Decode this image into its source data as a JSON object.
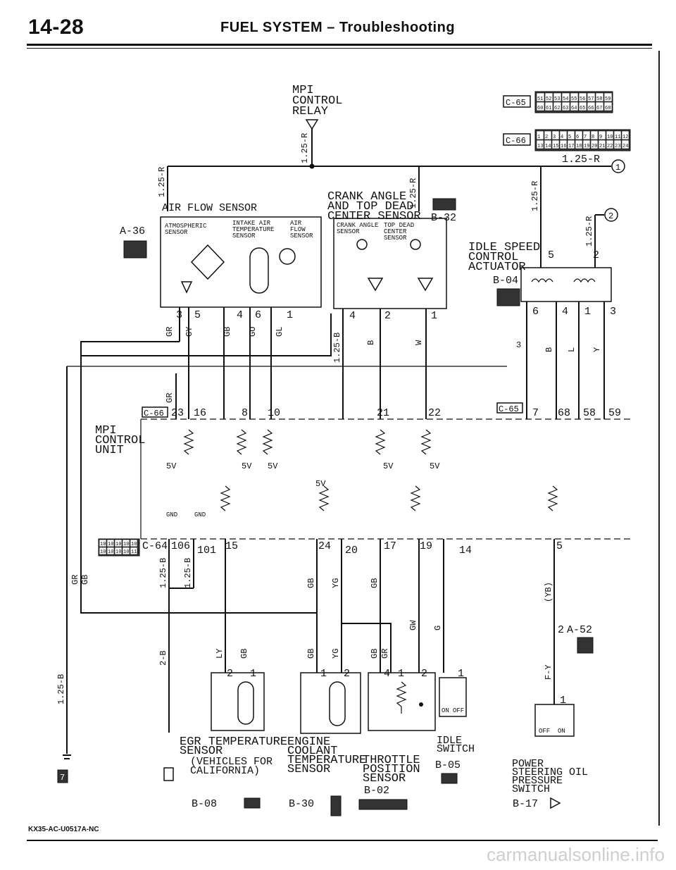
{
  "header": {
    "page_number": "14-28",
    "title": "FUEL SYSTEM – Troubleshooting"
  },
  "doc_code": "KX35-AC-U0517A-NC",
  "watermark": "carmanualsonline.info",
  "components": {
    "mpi_relay": "MPI CONTROL RELAY",
    "air_flow_sensor": "AIR FLOW SENSOR",
    "air_flow_connector": "A-36",
    "atmospheric_sensor": "ATMOSPHERIC SENSOR",
    "intake_air_temp": "INTAKE AIR TEMPERATURE SENSOR",
    "air_flow_inner": "AIR FLOW SENSOR",
    "crank_angle": "CRANK ANGLE AND TOP DEAD CENTER SENSOR",
    "crank_connector": "B-32",
    "crank_angle_inner": "CRANK ANGLE SENSOR",
    "top_dead_inner": "TOP DEAD CENTER SENSOR",
    "idle_speed": "IDLE SPEED CONTROL ACTUATOR",
    "idle_speed_connector": "B-04",
    "mpi_control_unit": "MPI CONTROL UNIT",
    "egr_sensor": "EGR TEMPERATURE SENSOR",
    "egr_note": "(VEHICLES FOR CALIFORNIA)",
    "egr_connector": "B-08",
    "coolant_sensor": "ENGINE COOLANT TEMPERATURE SENSOR",
    "coolant_connector": "B-30",
    "throttle_sensor": "THROTTLE POSITION SENSOR",
    "throttle_connector": "B-02",
    "idle_switch": "IDLE SWITCH",
    "idle_switch_connector": "B-05",
    "ps_switch": "POWER STEERING OIL PRESSURE SWITCH",
    "ps_switch_connector": "B-17",
    "a52": "A-52"
  },
  "connectors": {
    "c65": "C-65",
    "c66": "C-66",
    "c64": "C-64",
    "c65_pins_top": [
      "51",
      "52",
      "53",
      "54",
      "55",
      "56",
      "57",
      "58",
      "59"
    ],
    "c65_pins_bottom": [
      "60",
      "61",
      "62",
      "63",
      "64",
      "65",
      "66",
      "67",
      "68"
    ],
    "c66_pins_top": [
      "1",
      "2",
      "3",
      "4",
      "5",
      "6",
      "7",
      "8",
      "9",
      "10",
      "11",
      "12"
    ],
    "c66_pins_bottom": [
      "13",
      "14",
      "15",
      "16",
      "17",
      "18",
      "19",
      "20",
      "21",
      "22",
      "23",
      "24"
    ],
    "c64_pins_top": [
      "101",
      "102",
      "103",
      "104",
      "105"
    ],
    "c64_pins_bottom": [
      "106",
      "107",
      "108",
      "109",
      "110"
    ]
  },
  "wires": {
    "w_125r": "1.25-R",
    "w_125b": "1.25-B",
    "w_2b": "2-B",
    "gr": "GR",
    "gy": "GY",
    "gb": "GB",
    "go": "GO",
    "gl": "GL",
    "b": "B",
    "w": "W",
    "l": "L",
    "y": "Y",
    "ly": "LY",
    "yg": "YG",
    "gw": "GW",
    "g": "G",
    "yb": "(YB)",
    "fy": "F-Y"
  },
  "pins": {
    "afs": [
      "3",
      "5",
      "4",
      "6",
      "1"
    ],
    "crank": [
      "4",
      "2",
      "1"
    ],
    "isc": [
      "6",
      "4",
      "1",
      "3"
    ],
    "isc_top": [
      "5",
      "2"
    ],
    "isc_side": "3",
    "ecu_top": [
      "23",
      "16",
      "8",
      "10",
      "21",
      "22",
      "7",
      "68",
      "58",
      "59"
    ],
    "ecu_bottom": [
      "106",
      "101",
      "15",
      "24",
      "20",
      "17",
      "19",
      "14",
      "5"
    ],
    "egr": [
      "2",
      "1"
    ],
    "coolant": [
      "1",
      "2"
    ],
    "throttle": [
      "4",
      "1",
      "2"
    ],
    "idle_sw": [
      "1"
    ],
    "a52_pin": "2",
    "ps_pin": "1"
  },
  "ecu_labels": {
    "v5": "5V",
    "gnd": "GND"
  },
  "switch_labels": {
    "on": "ON",
    "off": "OFF"
  },
  "markers": {
    "m1": "1",
    "m2": "2",
    "fig7": "7"
  }
}
